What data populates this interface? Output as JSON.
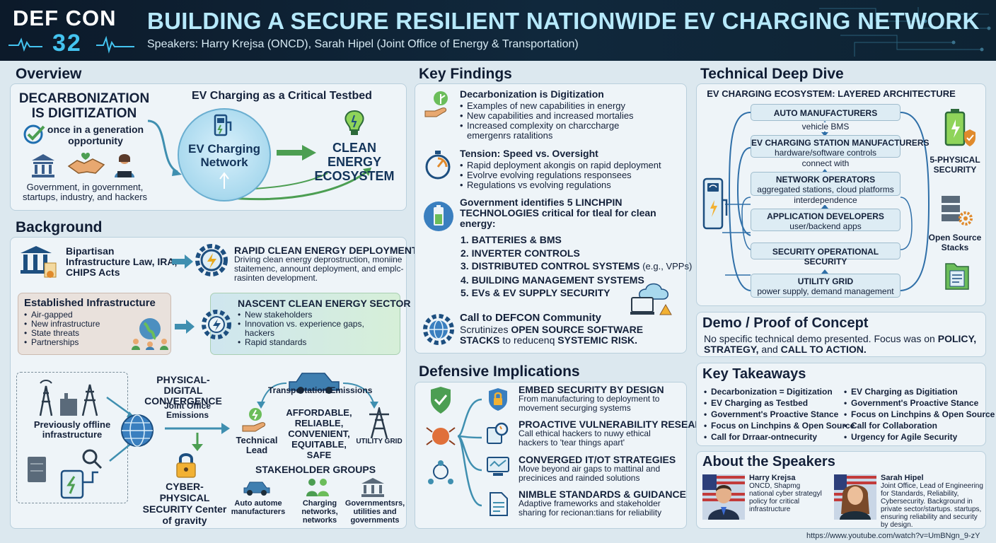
{
  "header": {
    "logo_line1": "DEF CON",
    "logo_line2": "32",
    "title": "BUILDING A SECURE RESILIENT NATIONWIDE EV CHARGING NETWORK",
    "speakers": "Speakers: Harry Krejsa (ONCD), Sarah Hipel (Joint Office of Energy & Transportation)"
  },
  "overview": {
    "title": "Overview",
    "decarb": "DECARBONIZATION IS DIGITIZATION",
    "opportunity": "once in a generation opportunity",
    "stakeholders": "Government, in government, startups, industry, and hackers",
    "testbed_title": "EV Charging as a Critical Testbed",
    "network_label": "EV Charging Network",
    "clean_energy": "CLEAN ENERGY ECOSYSTEM"
  },
  "background": {
    "title": "Background",
    "laws": "Bipartisan Infrastructure Law, IRA, CHIPS Acts",
    "rapid_title": "RAPID CLEAN ENERGY DEPLOYMENT",
    "rapid_desc": "Driving clean energy deprostruction, moniine staitemenc, annount deployment, and emplc-rasinten development.",
    "established_title": "Established Infrastructure",
    "established_items": [
      "Air-gapped",
      "New infrastructure",
      "State threats",
      "Partnerships"
    ],
    "nascent_title": "NASCENT CLEAN ENERGY SECTOR",
    "nascent_items": [
      "New stakeholders",
      "Innovation vs. experience gaps, hackers",
      "Rapid standards"
    ],
    "convergence": "PHYSICAL-DIGITAL CONVERGENCE",
    "joint_office": "Joint Office Emissions",
    "offline": "Previously offline infrastructure",
    "cps": "CYBER-PHYSICAL SECURITY Center of gravity",
    "transport": "Transportation Emissions",
    "technical_lead": "Technical Lead",
    "affordable": "AFFORDABLE, RELIABLE, CONVENIENT, EQUITABLE, SAFE",
    "utility_grid": "UTILITY GRID",
    "stakeholder_groups": "STAKEHOLDER GROUPS",
    "groups": [
      "Auto autome manufacturers",
      "Charging networks, networks",
      "Governmentsrs, utilities and governments"
    ]
  },
  "findings": {
    "title": "Key Findings",
    "f1_title": "Decarbonization is Digitization",
    "f1_items": [
      "Examples of new capabilities in energy",
      "New capabilities and increased mortalies",
      "Increased complexity on charccharge"
    ],
    "f1_extra": "emergenrs ratalitions",
    "f2_title": "Tension: Speed vs. Oversight",
    "f2_items": [
      "Rapid deployment akongis on rapid deployment",
      "Evolrve evolving regulations responsees",
      "Regulations vs evolving regulations"
    ],
    "f3_title": "Government identifies 5 LINCHPIN TECHNOLOGIES critical for tleal for clean energy:",
    "f3_items": [
      "1. BATTERIES & BMS",
      "2. INVERTER CONTROLS",
      "3. DISTRIBUTED CONTROL SYSTEMS",
      "4. BUILDING MANAGEMENT SYSTEMS",
      "5. EVs & EV SUPPLY SECURITY"
    ],
    "f3_eg": "(e.g., VPPs)",
    "f4_title": "Call to DEFCON Community",
    "f4_pre": "Scrutinizes ",
    "f4_b1": "OPEN SOURCE SOFTWARE STACKS",
    "f4_mid": "to reducenq ",
    "f4_b2": "SYSTEMIC RISK."
  },
  "defensive": {
    "title": "Defensive Implications",
    "items": [
      {
        "title": "EMBED SECURITY BY DESIGN",
        "desc": "From manufacturing to deployment to movement securging systems"
      },
      {
        "title": "PROACTIVE VULNERABILITY RESEARCH",
        "desc": "Call ethical hackers to nuwy ethical hackers to 'tear things apart'"
      },
      {
        "title": "CONVERGED IT/OT STRATEGIES",
        "desc": "Move beyond air gaps to mattinal and precinices and rainded solutions"
      },
      {
        "title": "NIMBLE STANDARDS & GUIDANCE",
        "desc": "Adaptive frameworks and stakeholder sharing for recionan:tians for reliability"
      }
    ]
  },
  "deep_dive": {
    "title": "Technical Deep Dive",
    "subtitle": "EV CHARGING ECOSYSTEM: LAYERED ARCHITECTURE",
    "layers": [
      {
        "name": "AUTO MANUFACTURERS",
        "desc": ""
      },
      {
        "name": "EV CHARGING STATION MANUFACTURERS",
        "desc": "hardware/software controls"
      },
      {
        "name": "NETWORK OPERATORS",
        "desc": "aggregated stations, cloud platforms"
      },
      {
        "name": "APPLICATION DEVELOPERS",
        "desc": "user/backend apps"
      },
      {
        "name": "SECURITY OPERATIONAL SECURITY",
        "desc": ""
      },
      {
        "name": "UTILITY GRID",
        "desc": "power supply, demand management"
      }
    ],
    "links": [
      "vehicle BMS",
      "connect with",
      "interdependence"
    ],
    "physical": "5-PHYSICAL SECURITY",
    "open_source": "Open Source Stacks"
  },
  "demo": {
    "title": "Demo / Proof of Concept",
    "pre": "No specific technical demo presented. Focus was on ",
    "b1": "POLICY, STRATEGY,",
    "mid": " and ",
    "b2": "CALL TO ACTION."
  },
  "takeaways": {
    "title": "Key Takeaways",
    "left": [
      "Decarbonization = Digitization",
      "EV Charging as Testbed",
      "Government's Proactive Stance",
      "Focus on Linchpins & Open Source",
      "Call for Drraar-ontnecurity"
    ],
    "right": [
      "EV Charging as Digitiation",
      "Government's Proactive Stance",
      "Focus on Linchpins & Open Source",
      "Call for Collaboration",
      "Urgency for Agile Security"
    ]
  },
  "speakers": {
    "title": "About the Speakers",
    "s1_name": "Harry Krejsa",
    "s1_bio": "ONCD, Shapmg national cyber strategyl policy for critical infrastructure",
    "s2_name": "Sarah Hipel",
    "s2_bio": "Joint Office, Lead of Engineering for Standards, Reliability, Cybersecurity. Background in private sector/startups. startups, ensuring reliability and security by design."
  },
  "footer": {
    "url": "https://www.youtube.com/watch?v=UmBNgn_9-zY"
  },
  "colors": {
    "header_bg": "#0c1a2a",
    "title": "#b6e9fb",
    "accent_blue": "#1f6fb0",
    "accent_green": "#4c9e52",
    "orange": "#e08a2c"
  }
}
